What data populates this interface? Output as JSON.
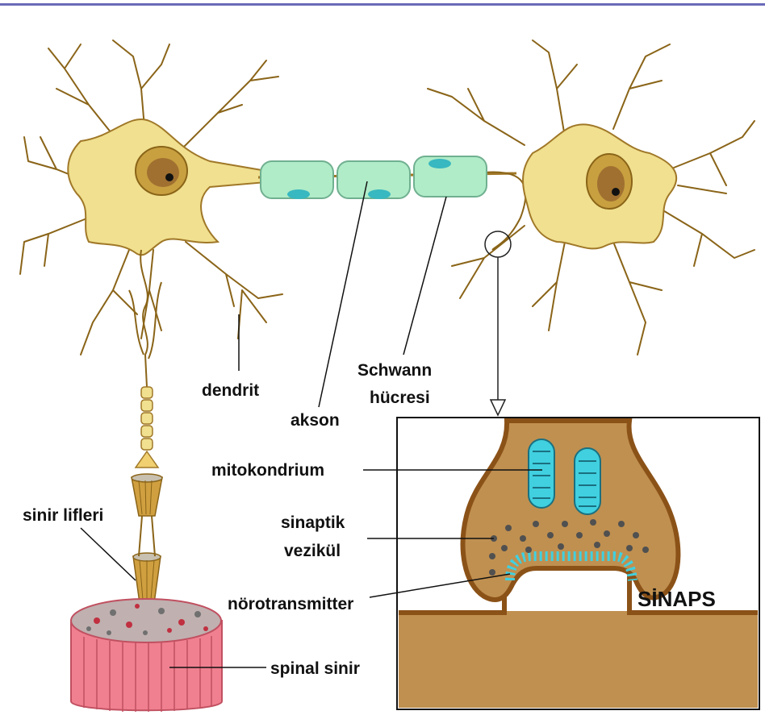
{
  "labels": {
    "dendrit": "dendrit",
    "akson": "akson",
    "schwann_line1": "Schwann",
    "schwann_line2": "hücresi",
    "mitokondrium": "mitokondrium",
    "sinaptik_line1": "sinaptik",
    "sinaptik_line2": "vezikül",
    "norotransmitter": "nörotransmitter",
    "sinir_lifleri": "sinir lifleri",
    "spinal_sinir": "spinal sinir",
    "sinaps": "SİNAPS"
  },
  "colors": {
    "top_rule": "#6a6ab8",
    "cell_body": "#f0e090",
    "cell_outline": "#a07828",
    "dendrite": "#8a6418",
    "nucleus_outer": "#c8a040",
    "nucleus_inner": "#a07030",
    "schwann": "#b0ecc8",
    "schwann_nucleus": "#38b8c0",
    "synapse_fill": "#c09050",
    "synapse_outline": "#8b5218",
    "mitochondria": "#40d0e0",
    "spinal_nerve": "#f08090",
    "spinal_top": "#c0b0b0"
  }
}
